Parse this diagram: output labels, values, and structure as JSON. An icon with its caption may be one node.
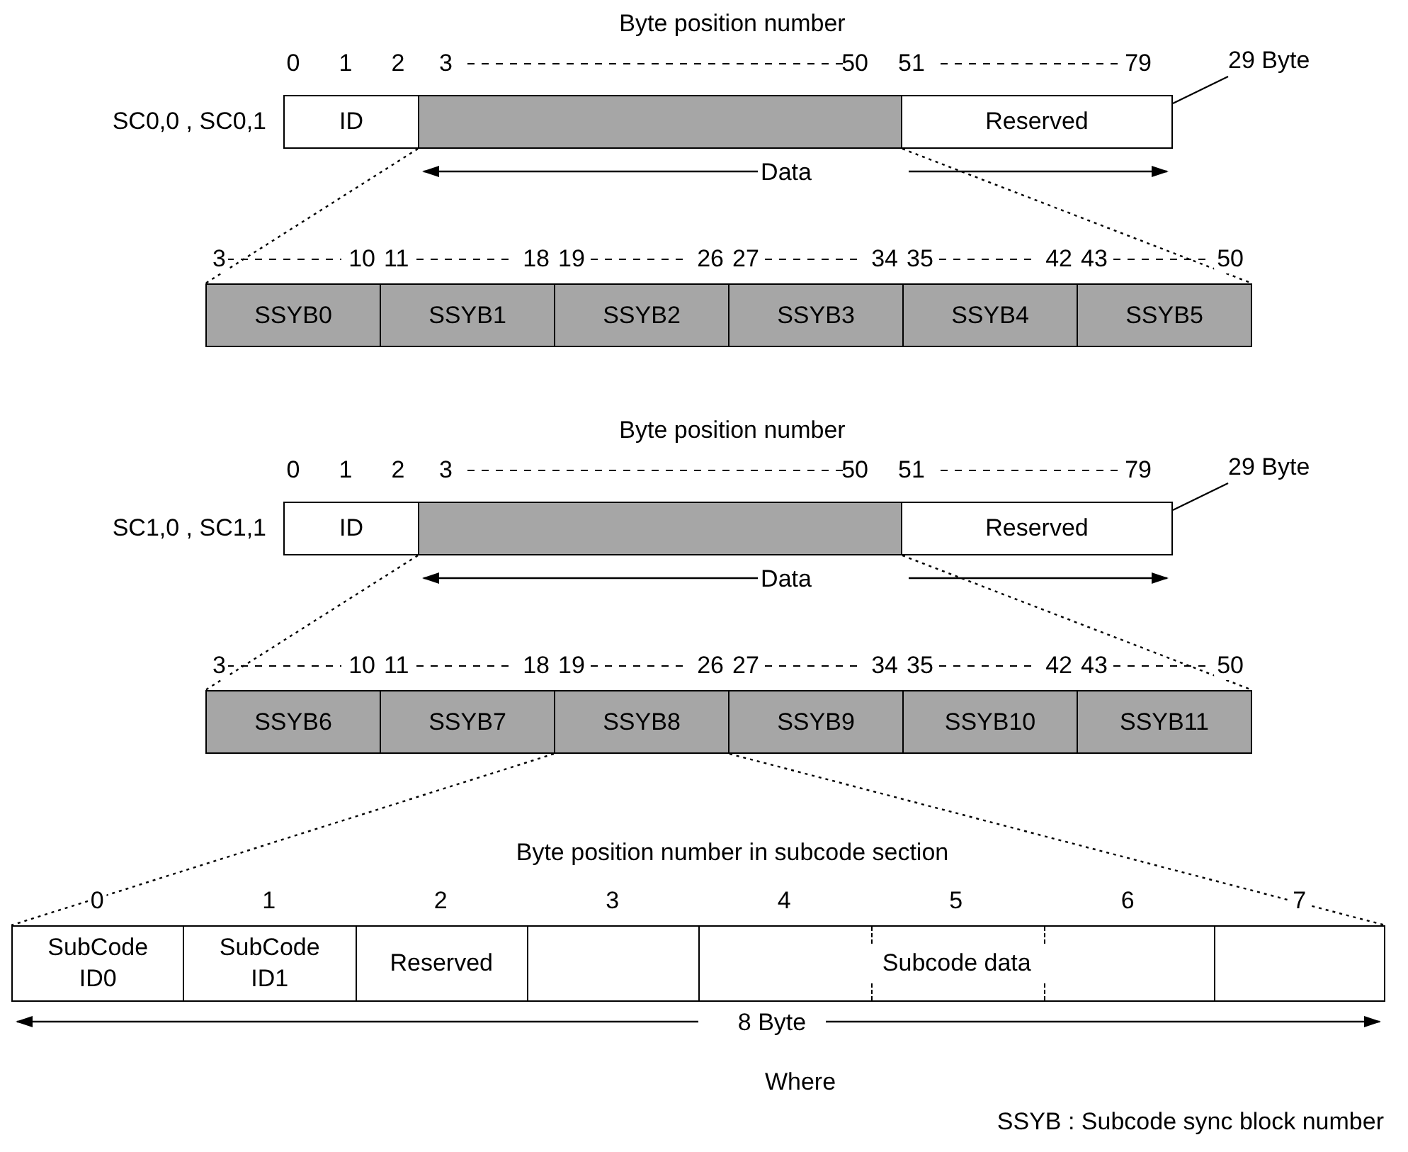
{
  "diagram": {
    "nodes": [
      {
        "text": [
          "ID"
        ]
      },
      {
        "text": [],
        "shape": "box"
      },
      {
        "text": [
          "Reserved"
        ]
      },
      {
        "text": [
          "29 Byte"
        ]
      },
      {
        "text": [
          "SSYB0"
        ]
      },
      {
        "text": [
          "SSYB1"
        ]
      },
      {
        "text": [
          "SSYB2"
        ]
      },
      {
        "text": [
          "SSYB3"
        ]
      },
      {
        "text": [
          "SSYB4"
        ]
      },
      {
        "text": [
          "SSYB5"
        ]
      },
      {
        "text": [
          "ID"
        ]
      },
      {
        "text": [],
        "shape": "box"
      },
      {
        "text": [
          "Reserved"
        ]
      },
      {
        "text": [
          "29 Byte"
        ]
      },
      {
        "text": [
          "SSYB6"
        ]
      },
      {
        "text": [
          "SSYB7"
        ]
      },
      {
        "text": [
          "SSYB8"
        ]
      },
      {
        "text": [
          "SSYB9"
        ]
      },
      {
        "text": [
          "SSYB10"
        ]
      },
      {
        "text": [
          "SSYB11"
        ]
      },
      {
        "text": [
          "SubCode ID0"
        ]
      },
      {
        "text": [
          "SubCode ID1"
        ]
      },
      {
        "text": [
          "Reserved"
        ]
      },
      {
        "text": [],
        "shape": "box"
      },
      {
        "text": [
          "Subcode data"
        ]
      },
      {
        "text": [],
        "shape": "box"
      }
    ],
    "edges": [
      {
        "from": 3,
        "to": 2,
        "arrow": "none"
      },
      {
        "from": 1,
        "to": 4,
        "arrow": "none",
        "style": "dashed"
      },
      {
        "from": 1,
        "to": 9,
        "arrow": "none",
        "style": "dashed"
      },
      {
        "from": 13,
        "to": 12,
        "arrow": "none"
      },
      {
        "from": 11,
        "to": 14,
        "arrow": "none",
        "style": "dashed"
      },
      {
        "from": 11,
        "to": 19,
        "arrow": "none",
        "style": "dashed"
      },
      {
        "from": 16,
        "to": 20,
        "arrow": "none",
        "style": "dashed"
      },
      {
        "from": 16,
        "to": 25,
        "arrow": "none",
        "style": "dashed"
      }
    ],
    "labels": [
      "Byte position number",
      "0",
      "1",
      "2",
      "3",
      "50",
      "51",
      "79",
      "SC0,0 , SC0,1",
      "Data",
      "3",
      "10",
      "11",
      "18",
      "19",
      "26",
      "27",
      "34",
      "35",
      "42",
      "43",
      "50",
      "Byte position number",
      "0",
      "1",
      "2",
      "3",
      "50",
      "51",
      "79",
      "SC1,0 , SC1,1",
      "Data",
      "3",
      "10",
      "11",
      "18",
      "19",
      "26",
      "27",
      "34",
      "35",
      "42",
      "43",
      "50",
      "Byte position number in subcode section",
      "0",
      "1",
      "2",
      "3",
      "4",
      "5",
      "6",
      "7",
      "8 Byte",
      "Where",
      "SSYB : Subcode sync block number"
    ]
  }
}
